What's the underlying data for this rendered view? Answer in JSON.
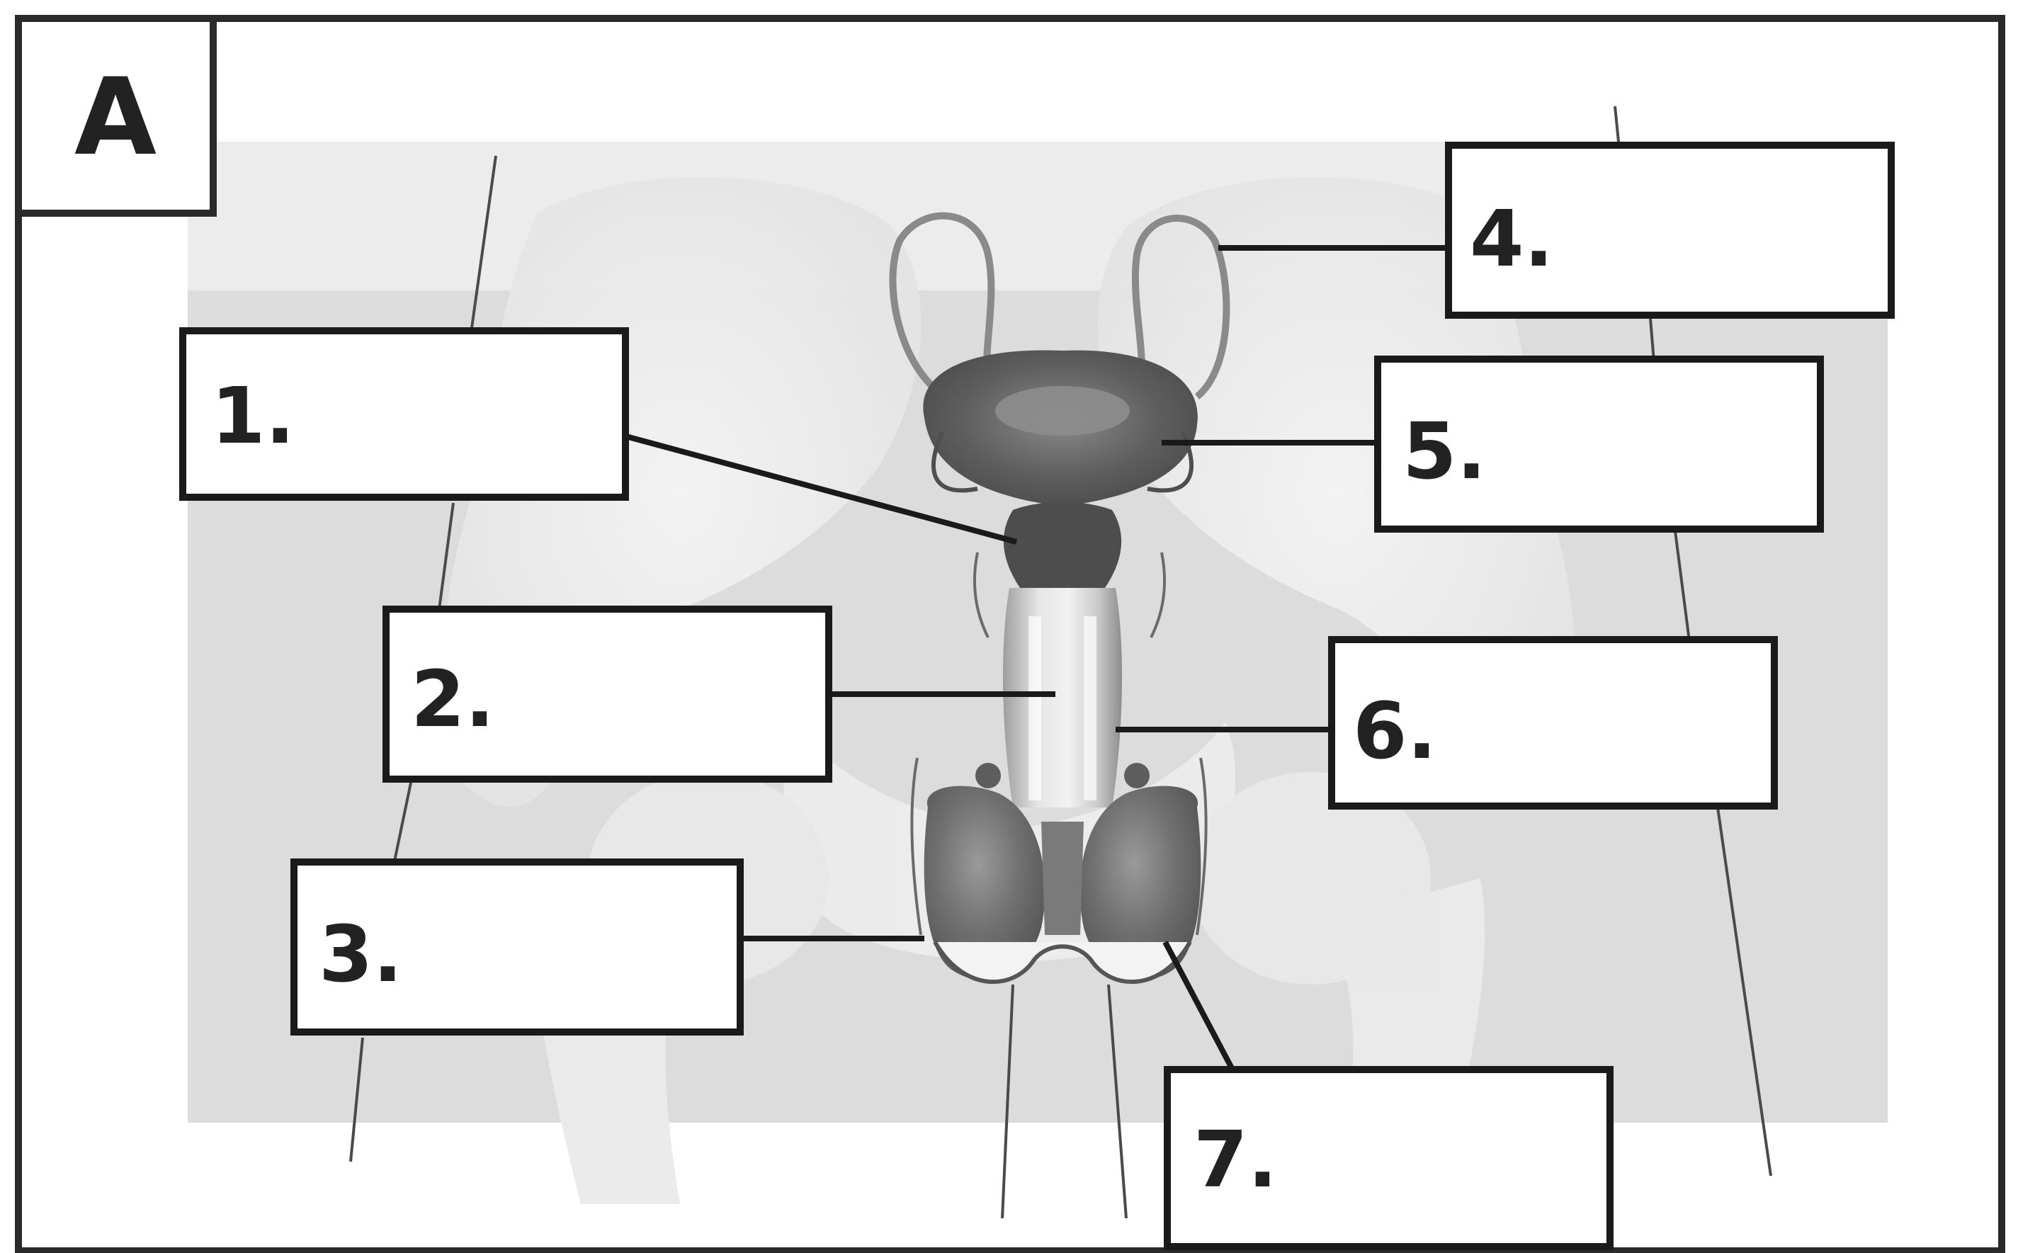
{
  "panel": {
    "letter": "A"
  },
  "labels": [
    {
      "number": "1."
    },
    {
      "number": "2."
    },
    {
      "number": "3."
    },
    {
      "number": "4."
    },
    {
      "number": "5."
    },
    {
      "number": "6."
    },
    {
      "number": "7."
    }
  ],
  "colors": {
    "frame": "#2a2a2a",
    "background_panel": "#d9d9d9",
    "organ": "#6b6b6b",
    "label_box_fill": "#ffffff"
  }
}
